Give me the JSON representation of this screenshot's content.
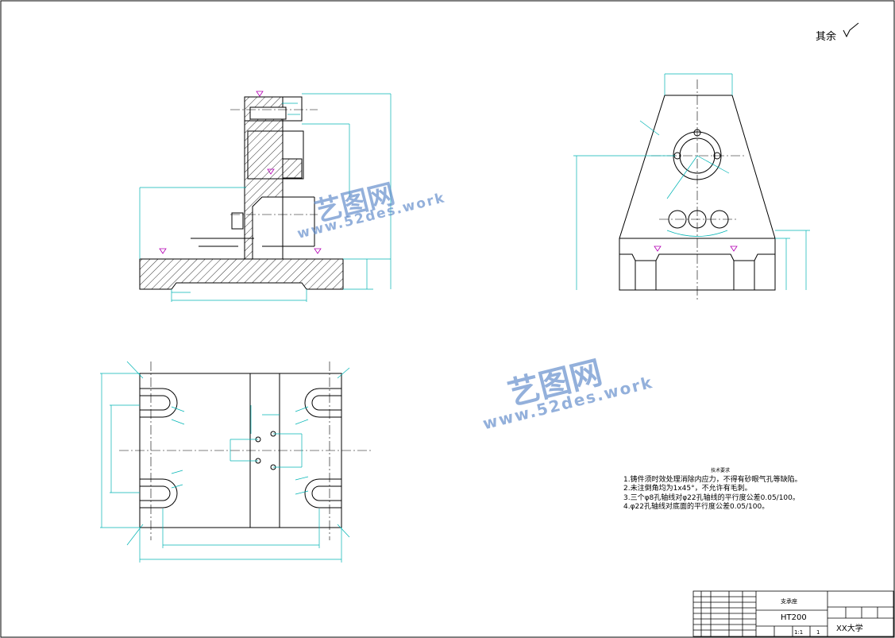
{
  "roughness_note": "其余",
  "tech_requirements": {
    "title": "技术要求",
    "items": [
      "1.铸件须时效处理消除内应力，不得有砂眼气孔等缺陷。",
      "2.未注倒角均为1x45°，不允许有毛刺。",
      "3.三个φ8孔轴线对φ22孔轴线的平行度公差0.05/100。",
      "4.φ22孔轴线对底面的平行度公差0.05/100。"
    ]
  },
  "title_block": {
    "part_name": "支承座",
    "material": "HT200",
    "scale": "1:1",
    "company": "XX大学",
    "qty": "1"
  },
  "watermark": {
    "brand": "艺图网",
    "url": "www.52des.work",
    "color": "#5a86c8"
  },
  "colors": {
    "outline": "#000000",
    "dimension": "#00b4b4",
    "roughness_symbol": "#b400b4",
    "hatch": "#000000"
  }
}
